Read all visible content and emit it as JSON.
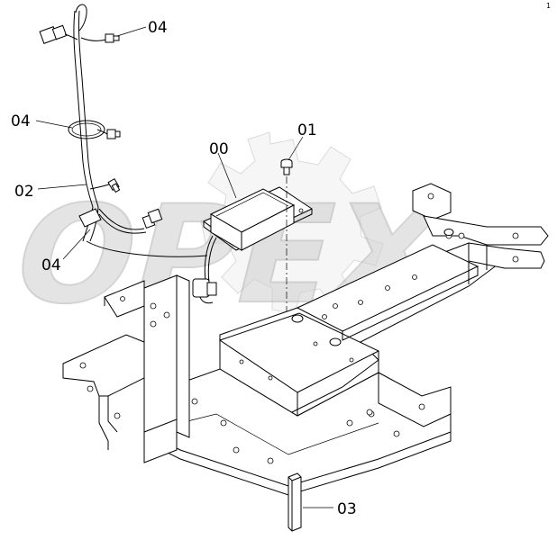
{
  "corner_mark": "1",
  "watermark": "OPEX",
  "callouts": {
    "c00": "00",
    "c01": "01",
    "c02": "02",
    "c03": "03",
    "c04a": "04",
    "c04b": "04",
    "c04c": "04"
  }
}
